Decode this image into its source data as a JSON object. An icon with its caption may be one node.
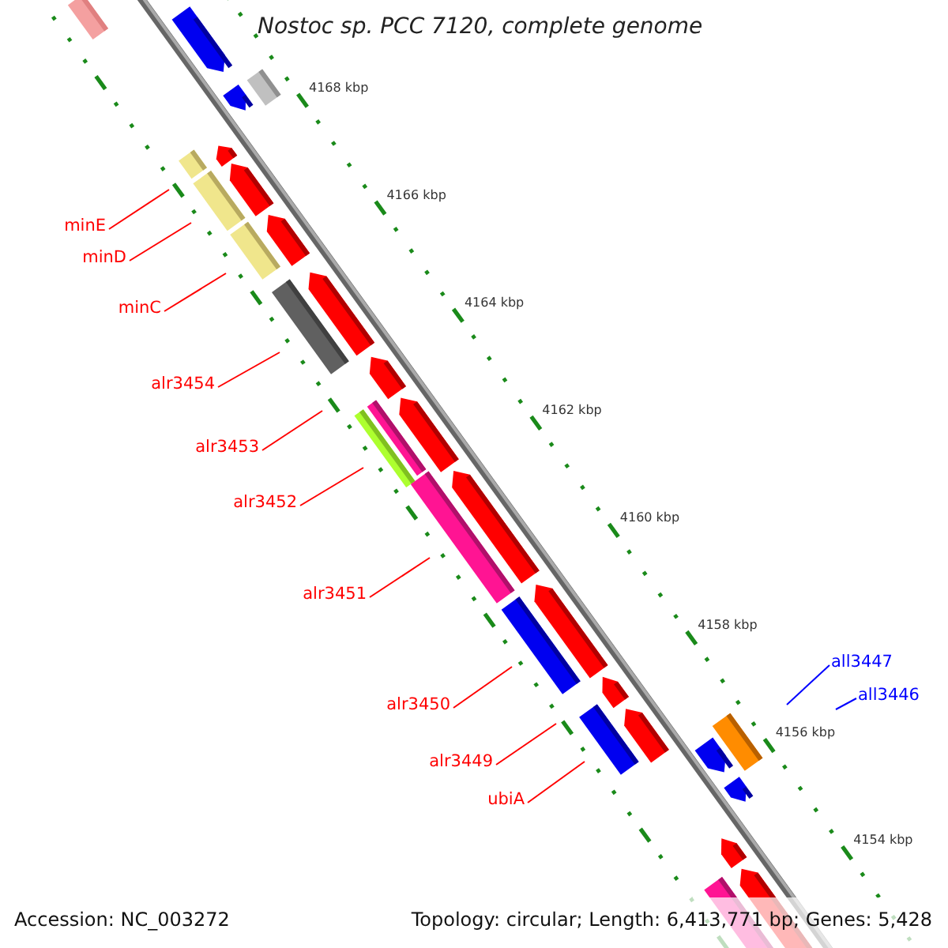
{
  "diagram": {
    "title": "Nostoc sp. PCC 7120, complete genome",
    "nodes": [
      {
        "text": [
          "minE"
        ]
      },
      {
        "text": [
          "minD"
        ]
      },
      {
        "text": [
          "minC"
        ]
      },
      {
        "text": [
          "alr3454"
        ]
      },
      {
        "text": [
          "alr3453"
        ]
      },
      {
        "text": [
          "alr3452"
        ]
      },
      {
        "text": [
          "alr3451"
        ]
      },
      {
        "text": [
          "alr3450"
        ]
      },
      {
        "text": [
          "alr3449"
        ]
      },
      {
        "text": [
          "ubiA"
        ]
      },
      {
        "text": [
          "all3447"
        ]
      },
      {
        "text": [
          "all3446"
        ]
      }
    ],
    "edges": [
      {
        "from": 0,
        "to": null,
        "arrow": "none"
      },
      {
        "from": 1,
        "to": null,
        "arrow": "none"
      },
      {
        "from": 2,
        "to": null,
        "arrow": "none"
      },
      {
        "from": 3,
        "to": null,
        "arrow": "none"
      },
      {
        "from": 4,
        "to": null,
        "arrow": "none"
      },
      {
        "from": 5,
        "to": null,
        "arrow": "none"
      },
      {
        "from": 6,
        "to": null,
        "arrow": "none"
      },
      {
        "from": 7,
        "to": null,
        "arrow": "none"
      },
      {
        "from": 8,
        "to": null,
        "arrow": "none"
      },
      {
        "from": 9,
        "to": null,
        "arrow": "none"
      },
      {
        "from": 10,
        "to": null,
        "arrow": "none",
        "color": "#0000ff"
      },
      {
        "from": 11,
        "to": null,
        "arrow": "none",
        "color": "#0000ff"
      }
    ],
    "labels": [
      "4168 kbp",
      "4166 kbp",
      "4164 kbp",
      "4162 kbp",
      "4160 kbp",
      "4158 kbp",
      "4156 kbp",
      "4154 kbp",
      "Accession: NC_003272",
      "Topology: circular; Length: 6,413,771 bp; Genes: 5,428"
    ]
  }
}
